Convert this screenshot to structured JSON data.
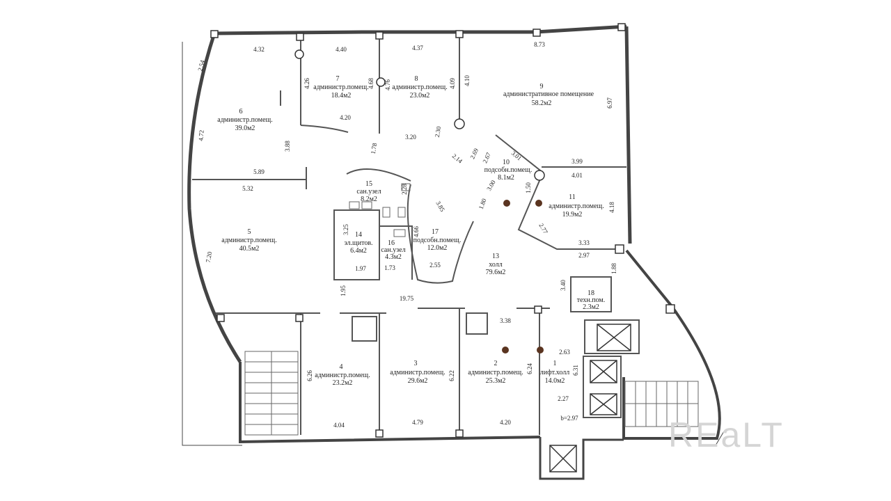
{
  "rooms": [
    {
      "num": "1",
      "name": "лифт.холл",
      "area": "14.0м2"
    },
    {
      "num": "2",
      "name": "администр.помещ.",
      "area": "25.3м2"
    },
    {
      "num": "3",
      "name": "администр.помещ.",
      "area": "29.6м2"
    },
    {
      "num": "4",
      "name": "администр.помещ.",
      "area": "23.2м2"
    },
    {
      "num": "5",
      "name": "администр.помещ.",
      "area": "40.5м2"
    },
    {
      "num": "6",
      "name": "администр.помещ.",
      "area": "39.0м2"
    },
    {
      "num": "7",
      "name": "администр.помещ.",
      "area": "18.4м2"
    },
    {
      "num": "8",
      "name": "администр.помещ.",
      "area": "23.0м2"
    },
    {
      "num": "9",
      "name": "административное помещение",
      "area": "58.2м2"
    },
    {
      "num": "10",
      "name": "подсобн.помещ.",
      "area": "8.1м2"
    },
    {
      "num": "11",
      "name": "администр.помещ.",
      "area": "19.9м2"
    },
    {
      "num": "13",
      "name": "холл",
      "area": "79.6м2"
    },
    {
      "num": "14",
      "name": "эл.щитов.",
      "area": "6.4м2"
    },
    {
      "num": "15",
      "name": "сан.узел",
      "area": "8.2м2"
    },
    {
      "num": "16",
      "name": "сан.узел",
      "area": "4.3м2"
    },
    {
      "num": "17",
      "name": "подсобн.помещ.",
      "area": "12.0м2"
    },
    {
      "num": "18",
      "name": "техн.пом.",
      "area": "2.3м2"
    }
  ],
  "dimensions": [
    "4.32",
    "4.40",
    "4.37",
    "8.73",
    "2.54",
    "4.26",
    "4.68",
    "4.76",
    "4.09",
    "4.10",
    "6.97",
    "4.72",
    "3.88",
    "4.20",
    "3.20",
    "2.30",
    "1.78",
    "2.14",
    "2.69",
    "2.67",
    "3.01",
    "3.99",
    "4.01",
    "5.89",
    "5.32",
    "2.28",
    "3.00",
    "1.50",
    "1.80",
    "3.85",
    "2.77",
    "4.18",
    "3.25",
    "4.66",
    "1.97",
    "1.73",
    "2.55",
    "3.33",
    "2.97",
    "1.88",
    "7.20",
    "1.95",
    "19.75",
    "3.40",
    "3.38",
    "2.63",
    "6.26",
    "6.22",
    "6.24",
    "6.31",
    "2.27",
    "b=2.97",
    "4.04",
    "4.79",
    "4.20"
  ],
  "watermark": "REaLT"
}
